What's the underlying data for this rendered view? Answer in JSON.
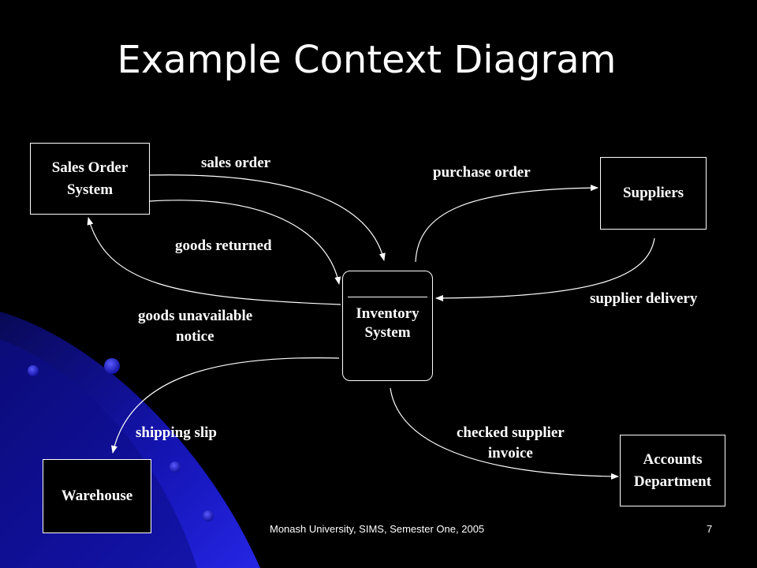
{
  "slide": {
    "title": "Example Context Diagram",
    "footer_text": "Monash University, SIMS, Semester One, 2005",
    "page_number": "7",
    "background_color": "#000000",
    "accent_color": "#1a1ad6"
  },
  "diagram": {
    "process": {
      "line1": "Inventory",
      "line2": "System"
    },
    "entities": {
      "sales_order_system": {
        "line1": "Sales Order",
        "line2": "System"
      },
      "suppliers": {
        "line1": "Suppliers"
      },
      "warehouse": {
        "line1": "Warehouse"
      },
      "accounts_department": {
        "line1": "Accounts",
        "line2": "Department"
      }
    },
    "flows": {
      "sales_order": "sales order",
      "goods_returned": "goods returned",
      "goods_unavailable_line1": "goods unavailable",
      "goods_unavailable_line2": "notice",
      "purchase_order": "purchase order",
      "supplier_delivery": "supplier delivery",
      "shipping_slip": "shipping slip",
      "checked_invoice_line1": "checked supplier",
      "checked_invoice_line2": "invoice"
    }
  }
}
